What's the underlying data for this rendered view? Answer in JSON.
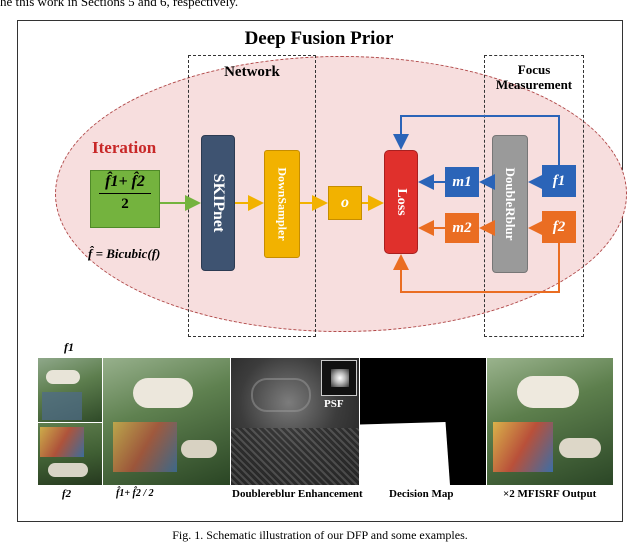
{
  "top_text": "he this work in Sections 5 and 6, respectively.",
  "title": "Deep Fusion Prior",
  "network_label": "Network",
  "focus_label_line1": "Focus",
  "focus_label_line2": "Measurement",
  "iteration_label": "Iteration",
  "formula": {
    "numerator": "f̂1+ f̂2",
    "denominator": "2",
    "bicubic": "f̂ = Bicubic(f)"
  },
  "blocks": {
    "skipnet": "SKIPnet",
    "downsampler": "DownSampler",
    "o": "o",
    "loss": "Loss",
    "m1": "m1",
    "m2": "m2",
    "doubleblur": "DoubleRblur",
    "f1": "f1",
    "f2": "f2"
  },
  "images": {
    "f1_label": "f1",
    "f2_label": "f2",
    "avg_label": "f̂1+ f̂2 / 2",
    "psf_label": "PSF",
    "enhancement_label": "Doublereblur Enhancement",
    "decision_label": "Decision Map",
    "output_label": "×2  MFISRF Output"
  },
  "caption": "Fig. 1. Schematic illustration of our DFP and some examples."
}
